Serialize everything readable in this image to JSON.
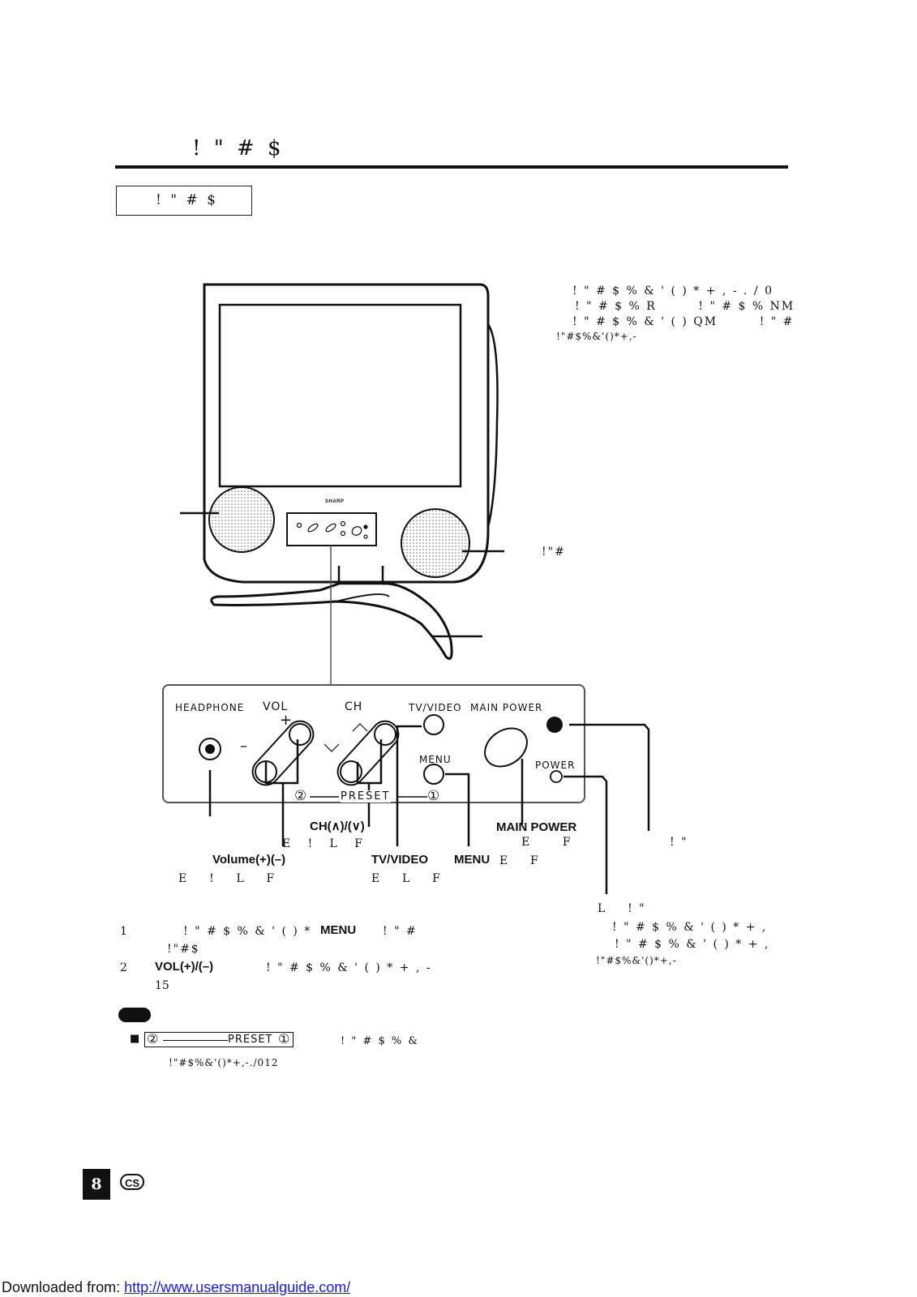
{
  "header": {
    "title": "! \" # $",
    "section_label": "! \" # $"
  },
  "callouts": {
    "top_right": [
      "! \" # $ % & ' ( ) * + , - . / 0",
      "! \" # $ % R        ! \" # $ % NM",
      "! \" # $ % & ' ( ) QM        ! \" #",
      "!\"#$%&'()*+,-"
    ],
    "speaker_right": "!\"#"
  },
  "panel": {
    "headphone": "HEADPHONE",
    "vol": "VOL",
    "ch": "CH",
    "tv_video": "TV/VIDEO",
    "main_power": "MAIN POWER",
    "menu": "MENU",
    "power": "POWER",
    "preset_two": "②",
    "preset_word": "PRESET",
    "preset_one": "①",
    "plus": "+",
    "minus": "–"
  },
  "labels": {
    "ch_updown": "CH(∧)/(∨)",
    "ch_sub": "E   !   L   F",
    "main_power": "MAIN POWER",
    "main_power_sub": "E      F",
    "power_indicator_sub": "! \"",
    "volume": "Volume(+)(–)",
    "volume_sub": "E    !    L    F",
    "tv_video": "TV/VIDEO",
    "menu": "MENU",
    "menu_sub": "E    F",
    "tv_video_sub": "E    L    F"
  },
  "steps": [
    {
      "num": "1",
      "pre": "! \" # $ % & ' ( ) *",
      "bold": "MENU",
      "post": "! \" #",
      "line2": "!\"#$"
    },
    {
      "num": "2",
      "bold": "VOL(+)/(–)",
      "post": "! \" # $ % & ' ( ) * + , -",
      "line2": "15"
    }
  ],
  "right_notes": [
    "L    ! \"",
    "! \" # $ % & ' ( ) * + ,",
    "! \" # $ % & ' ( ) * + ,",
    "!\"#$%&'()*+,-"
  ],
  "note": {
    "bullet": "■",
    "preset_two": "②",
    "preset_word": "PRESET",
    "preset_one": "①",
    "text": "! \" # $ % &",
    "line2": "!\"#$%&'()*+,-./012"
  },
  "brand": "SHARP",
  "page_number": "8",
  "lang_badge": "CS",
  "footer": {
    "prefix": "Downloaded from: ",
    "link": "http://www.usersmanualguide.com/"
  }
}
